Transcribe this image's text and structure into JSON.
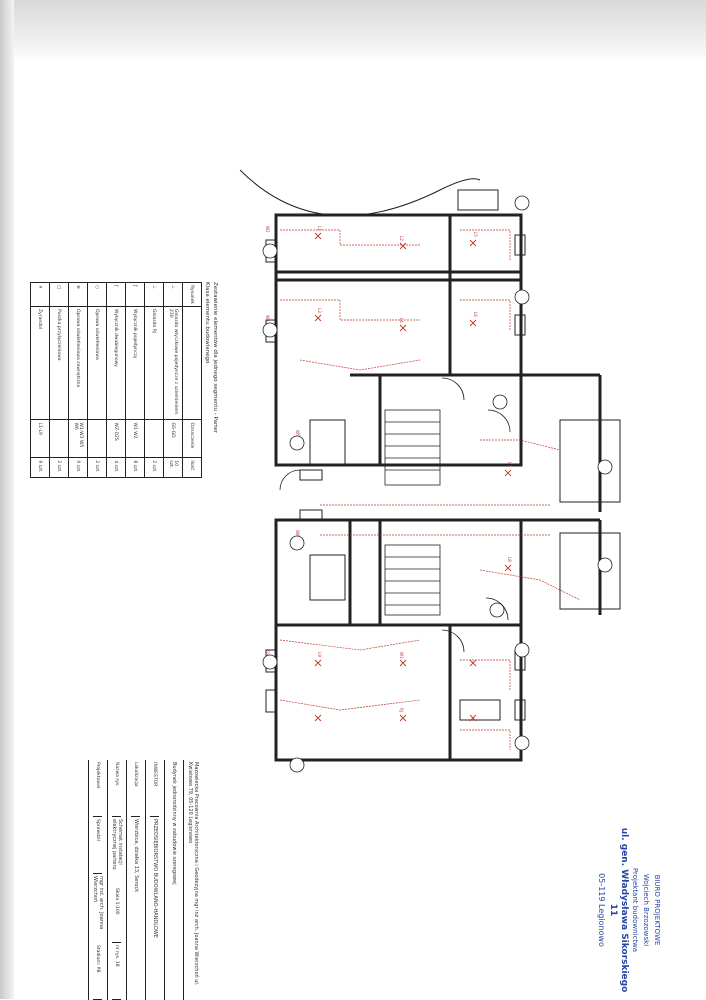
{
  "legend": {
    "title": "Zestawienie elementów dla jednego segmentu - Parter",
    "subtitle": "Klasa elementu budowlanego",
    "headers": [
      "Rysunek",
      "",
      "Oznaczenie",
      "Ilość"
    ],
    "rows": [
      {
        "desc": "Gniazdo wtyczkowe pojedyncze z uziemieniem 230",
        "code": "GS-GD",
        "qty": "10 szt."
      },
      {
        "desc": "Gniazdo RJ",
        "code": "",
        "qty": "2 szt."
      },
      {
        "desc": "Wyłącznik pojedynczy",
        "code": "W1 W2",
        "qty": "8 szt."
      },
      {
        "desc": "Wyłącznik dwubiegunowy",
        "code": "WZ-D2S",
        "qty": "4 szt."
      },
      {
        "desc": "Oprawa oświetleniowa",
        "code": "",
        "qty": "2 szt."
      },
      {
        "desc": "Oprawa oświetleniowa zewnętrzna",
        "code": "W1-W3 W5 W6",
        "qty": "9 szt."
      },
      {
        "desc": "Puszka przyłączeniowa",
        "code": "",
        "qty": "2 szt."
      },
      {
        "desc": "Zyrandol",
        "code": "L1-L9",
        "qty": "9 szt."
      }
    ]
  },
  "title_block": {
    "company": "Mazowiecka Pracownia Architektoniczna i Geodezyjna mgr inż arch. Joanna Wierzchoń ul. Kwiatowa 79, 05-120 Legionowo",
    "object_label": "Budynek jednorodzinny w zabudowie szeregowej",
    "investor_label": "INWESTOR",
    "investor": "PRZEDSIĘBIORSTWO BUDOWLANO-HANDLOWE",
    "location_label": "Lokalizacja",
    "location": "Wierzbica, działka 13, Serock",
    "drawing_label": "Nazwa rys.",
    "drawing": "Schemat instalacji elektrycznej parteru",
    "scale": "Skala 1:100",
    "number": "nr rys. 18",
    "designer_label": "Projektował",
    "checker_label": "Sprawdził",
    "designer": "mgr inż. arch. Joanna Wierzchoń",
    "phase": "Stadium: PB"
  },
  "stamp": {
    "line1": "BIURO PROJEKTOWE",
    "line2": "Wojciech Brzozowski",
    "line3": "Projektant budownictwa",
    "line4": "ul. gen. Władysława Sikorskiego 11",
    "line5": "05-119 Legionowo"
  },
  "plan_labels": [
    "L1",
    "L2",
    "L3",
    "L4",
    "L5",
    "L6",
    "L7",
    "L8",
    "L9",
    "W1",
    "W2",
    "W3",
    "W5",
    "W6",
    "GS",
    "RJ"
  ],
  "colors": {
    "wiring": "#c0392b",
    "walls": "#222222",
    "stamp": "#2546a3"
  }
}
